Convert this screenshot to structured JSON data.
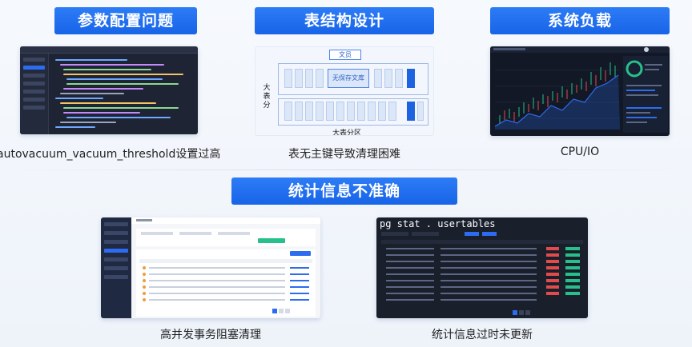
{
  "sections": [
    {
      "title": "参数配置问题",
      "caption": "autovacuum_vacuum_threshold设置过高"
    },
    {
      "title": "表结构设计",
      "caption": "表无主键导致清理困难"
    },
    {
      "title": "系统负载",
      "caption": "CPU/IO"
    },
    {
      "title": "统计信息不准确",
      "caption": ""
    },
    {
      "title": "",
      "caption": "高并发事务阻塞清理"
    },
    {
      "title": "",
      "caption": "统计信息过时未更新"
    }
  ],
  "diagram": {
    "top_label": "文员",
    "inner_label": "无保存文库",
    "left_label": "大表分",
    "bottom_label": "大表分区"
  },
  "dark_app": {
    "title": "pg stat . usertables"
  },
  "colors": {
    "accent": "#1d6af0",
    "up": "#27c08a",
    "down": "#e24b4b"
  }
}
